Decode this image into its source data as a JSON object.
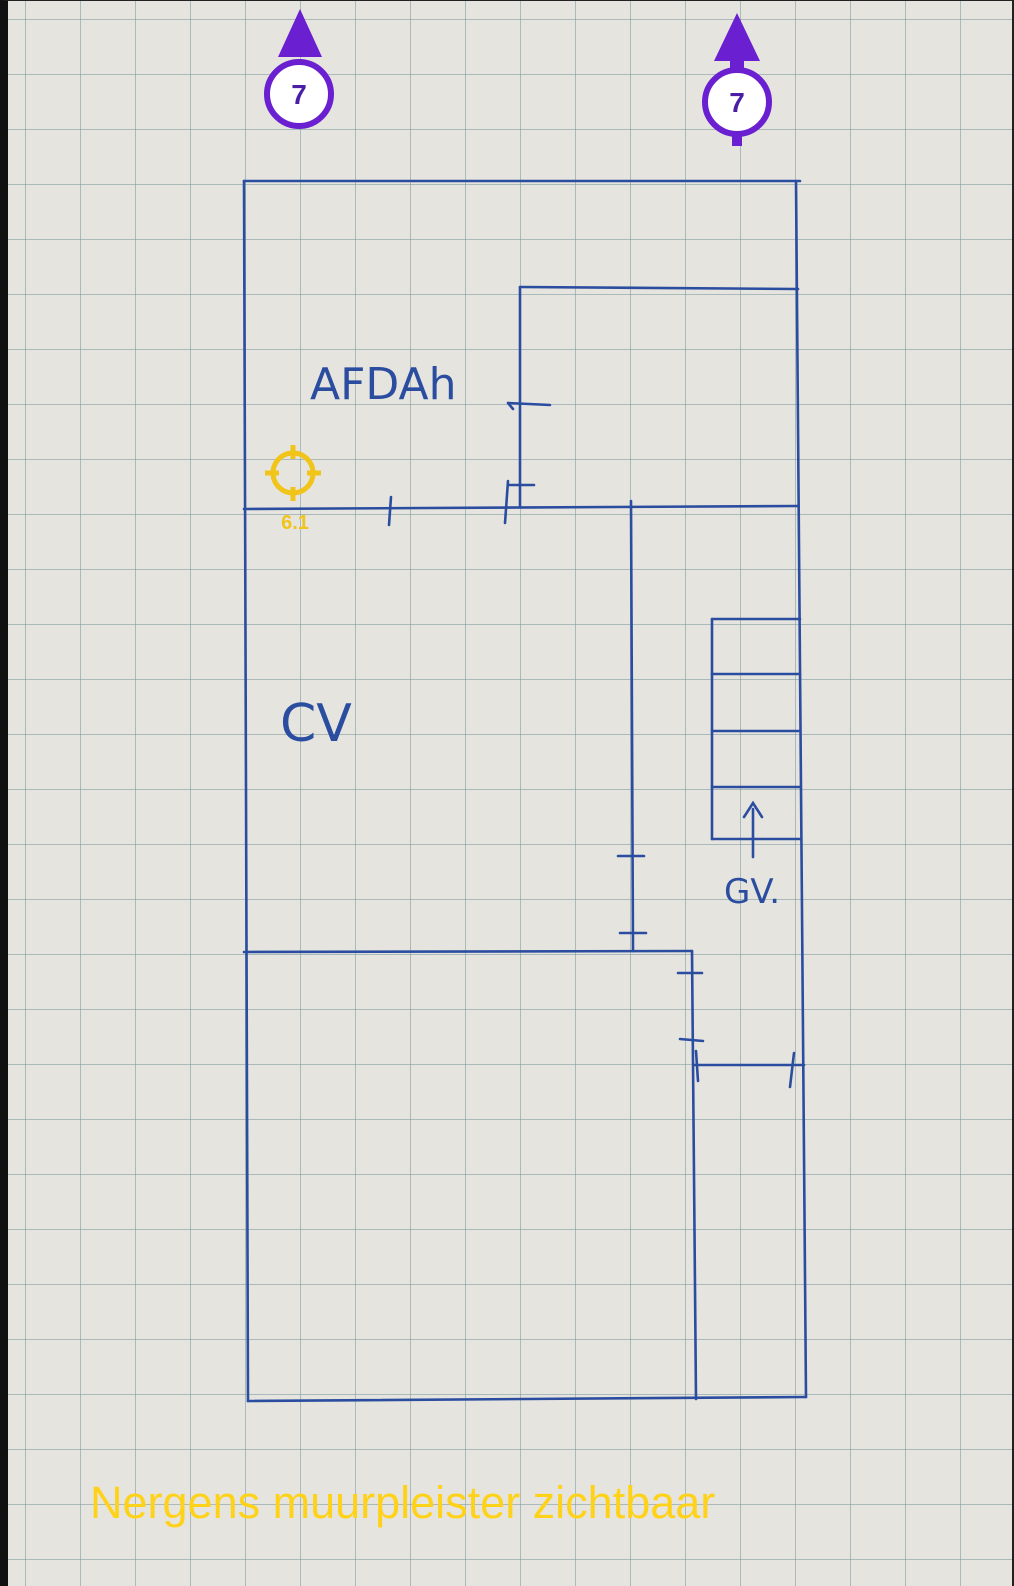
{
  "colors": {
    "ink": "#2b4da0",
    "view_marker": "#6a1fd0",
    "target_marker": "#f0c418",
    "note": "#ffd21a",
    "paper": "#e6e4df",
    "grid": "#7896a0"
  },
  "view_markers": [
    {
      "label": "7",
      "icon": "arrow-up-icon"
    },
    {
      "label": "7",
      "icon": "arrow-up-icon"
    }
  ],
  "target_marker": {
    "label": "6.1",
    "icon": "crosshair-icon"
  },
  "rooms": {
    "afdak": "AFDAh",
    "cv": "CV",
    "gv": "GV."
  },
  "note": "Nergens muurpleister zichtbaar"
}
